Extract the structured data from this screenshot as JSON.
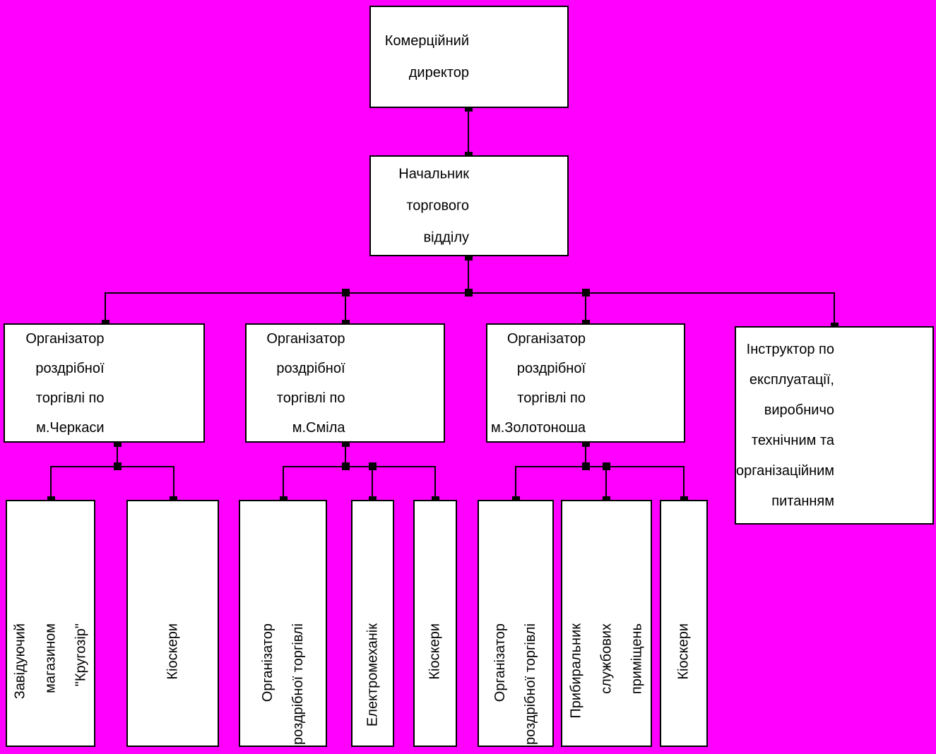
{
  "colors": {
    "background": "#FF00FF",
    "box_fill": "#FFFFFF",
    "line": "#000000",
    "text": "#000000"
  },
  "nodes": {
    "director": {
      "label": "Комерційний\nдиректор"
    },
    "head": {
      "label": "Начальник\nторгового\nвідділу"
    },
    "org_cherkasy": {
      "label": "Організатор\nроздрібної\nторгівлі по\nм.Черкаси"
    },
    "org_smila": {
      "label": "Організатор\nроздрібної\nторгівлі по\nм.Сміла"
    },
    "org_zolotonosha": {
      "label": "Організатор\nроздрібної\nторгівлі по\nм.Золотоноша"
    },
    "instructor": {
      "label": "Інструктор по\nексплуатації,\nвиробничо\nтехнічним та\nорганізаційним\nпитанням"
    },
    "shop_manager": {
      "label": "Завідуючий\nмагазином\n\"Кругозір\""
    },
    "kioskery_cherkasy": {
      "label": "Кіоскери"
    },
    "org_retail_smila": {
      "label": "Організатор\nроздрібної торгівлі"
    },
    "electrician": {
      "label": "Електромеханік"
    },
    "kioskery_smila": {
      "label": "Кіоскери"
    },
    "org_retail_zolotonosha": {
      "label": "Організатор\nроздрібної торгівлі"
    },
    "cleaner": {
      "label": "Прибиральник\nслужбових\nприміщень"
    },
    "kioskery_zolotonosha": {
      "label": "Кіоскери"
    }
  }
}
